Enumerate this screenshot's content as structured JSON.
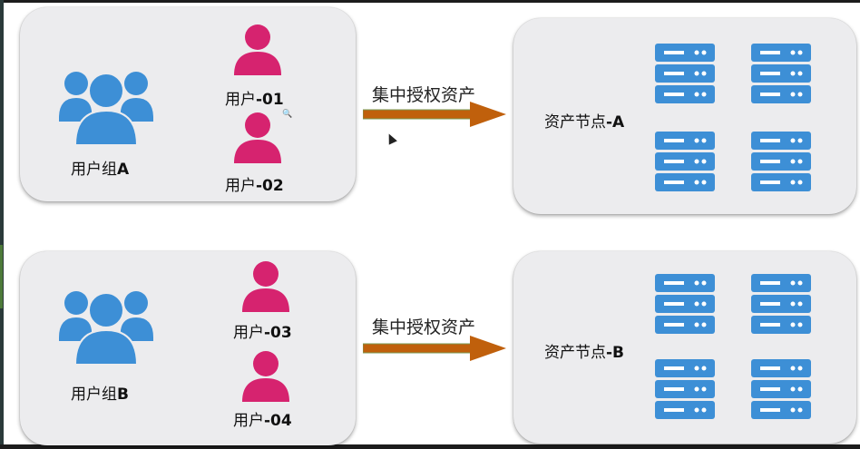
{
  "colors": {
    "group_icon": "#3d8fd6",
    "user_icon": "#d6236f",
    "server_icon": "#3d8fd6",
    "arrow": "#c0600c",
    "panel": "#ececee"
  },
  "rows": [
    {
      "group_label": "用户组",
      "group_suffix": "A",
      "users": [
        {
          "prefix": "用户",
          "suffix": "-01"
        },
        {
          "prefix": "用户",
          "suffix": "-02"
        }
      ],
      "arrow_label": "集中授权资产",
      "asset_label": "资产节点",
      "asset_suffix": "-A"
    },
    {
      "group_label": "用户组",
      "group_suffix": "B",
      "users": [
        {
          "prefix": "用户",
          "suffix": "-03"
        },
        {
          "prefix": "用户",
          "suffix": "-04"
        }
      ],
      "arrow_label": "集中授权资产",
      "asset_label": "资产节点",
      "asset_suffix": "-B"
    }
  ],
  "icons": {
    "group": "users-group-icon",
    "user": "user-icon",
    "server": "server-rack-icon",
    "arrow": "right-arrow-icon"
  }
}
